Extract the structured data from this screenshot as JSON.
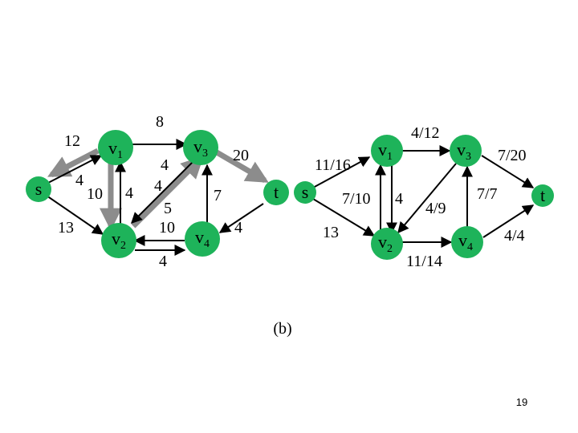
{
  "colors": {
    "node_fill": "#1eb35a",
    "residual_edge": "#000000",
    "augment_path": "#8c8c8c",
    "background": "#ffffff"
  },
  "left_graph": {
    "nodes": {
      "s": {
        "name": "s",
        "sub": ""
      },
      "v1": {
        "name": "v",
        "sub": "1"
      },
      "v2": {
        "name": "v",
        "sub": "2"
      },
      "v3": {
        "name": "v",
        "sub": "3"
      },
      "v4": {
        "name": "v",
        "sub": "4"
      },
      "t": {
        "name": "t",
        "sub": ""
      }
    },
    "edge_labels": {
      "s_v1": "12",
      "v1_s": "4",
      "s_v2": "13",
      "v2_v1_up": "10",
      "v1_v2_down": "4",
      "v1_v3": "8",
      "v3_v2_a": "4",
      "v3_v2_b": "4",
      "v2_v3": "5",
      "v4_v2": "10",
      "v2_v4": "4",
      "v4_v3": "7",
      "v3_t": "20",
      "t_v4": "4"
    }
  },
  "right_graph": {
    "nodes": {
      "s": {
        "name": "s",
        "sub": ""
      },
      "v1": {
        "name": "v",
        "sub": "1"
      },
      "v2": {
        "name": "v",
        "sub": "2"
      },
      "v3": {
        "name": "v",
        "sub": "3"
      },
      "v4": {
        "name": "v",
        "sub": "4"
      },
      "t": {
        "name": "t",
        "sub": ""
      }
    },
    "edge_labels": {
      "s_v1": "11/16",
      "s_v2": "13",
      "v2_v1": "7/10",
      "v1_v2": "4",
      "v1_v3": "4/12",
      "v3_v2": "4/9",
      "v2_v4": "11/14",
      "v4_v3": "7/7",
      "v3_t": "7/20",
      "v4_t": "4/4"
    }
  },
  "caption": "(b)",
  "page_number": "19"
}
